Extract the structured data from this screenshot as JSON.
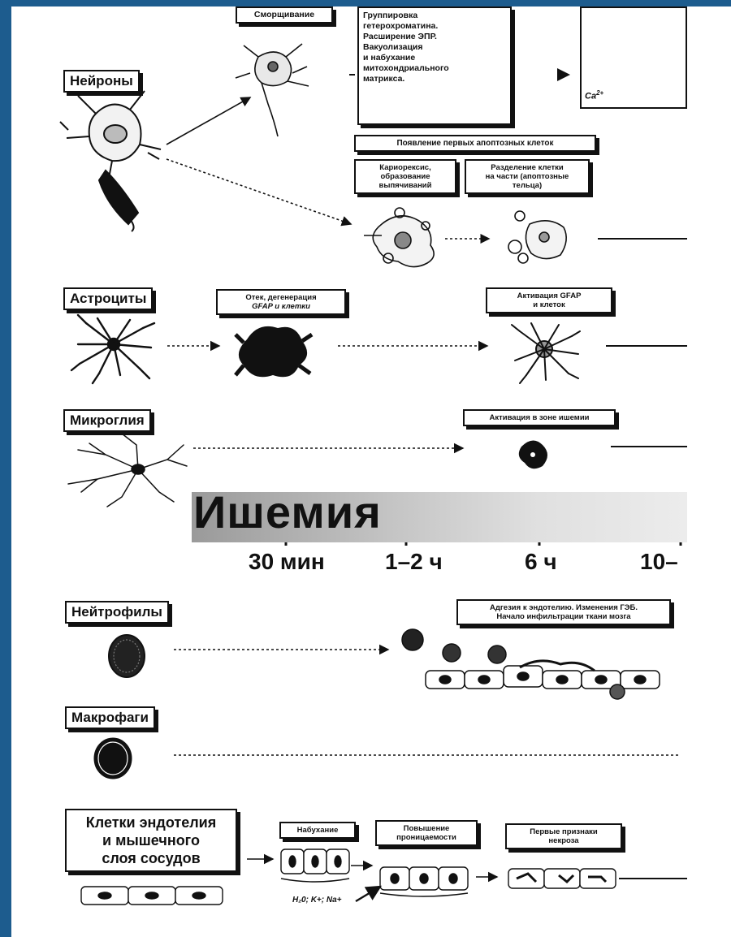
{
  "cells": {
    "neurons": "Нейроны",
    "astrocytes": "Астроциты",
    "microglia": "Микроглия",
    "neutrophils": "Нейтрофилы",
    "macrophages": "Макрофаги",
    "endothelium": [
      "Клетки эндотелия",
      "и мышечного",
      "слоя сосудов"
    ]
  },
  "neuron_labels": {
    "shrinkage": "Сморщивание",
    "chromatin": [
      "Группировка",
      "гетерохроматина.",
      "Расширение ЭПР.",
      "Вакуолизация",
      "и набухание",
      "митохондриального",
      "матрикса."
    ],
    "calcium": "Ca",
    "calcium_sup": "2+",
    "apoptosis_first": "Появление первых апоптозных клеток",
    "karyorrhexis": [
      "Кариорексис,",
      "образование",
      "выпячиваний"
    ],
    "division": [
      "Разделение клетки",
      "на части (апоптозные",
      "тельца)"
    ]
  },
  "astro_labels": {
    "edema": [
      "Отек, дегенерация",
      "GFAP и клетки"
    ],
    "activation": [
      "Активация GFAP",
      "и клеток"
    ]
  },
  "micro_labels": {
    "activation": "Активация в зоне ишемии"
  },
  "timeline": {
    "title": "Ишемия",
    "ticks": [
      "30 мин",
      "1–2 ч",
      "6 ч",
      "10–"
    ]
  },
  "neutro_labels": {
    "adhesion": [
      "Адгезия к эндотелию. Изменения ГЭБ.",
      "Начало инфильтрации ткани мозга"
    ]
  },
  "endo_labels": {
    "swelling": "Набухание",
    "permeability": [
      "Повышение",
      "проницаемости"
    ],
    "necrosis": [
      "Первые признаки",
      "некроза"
    ],
    "ions": "H₂0; K+; Na+"
  },
  "colors": {
    "frame_edge": "#1d5c8e",
    "ink": "#111111",
    "band_dark": "#9a9a9a",
    "band_light": "#ececec"
  }
}
